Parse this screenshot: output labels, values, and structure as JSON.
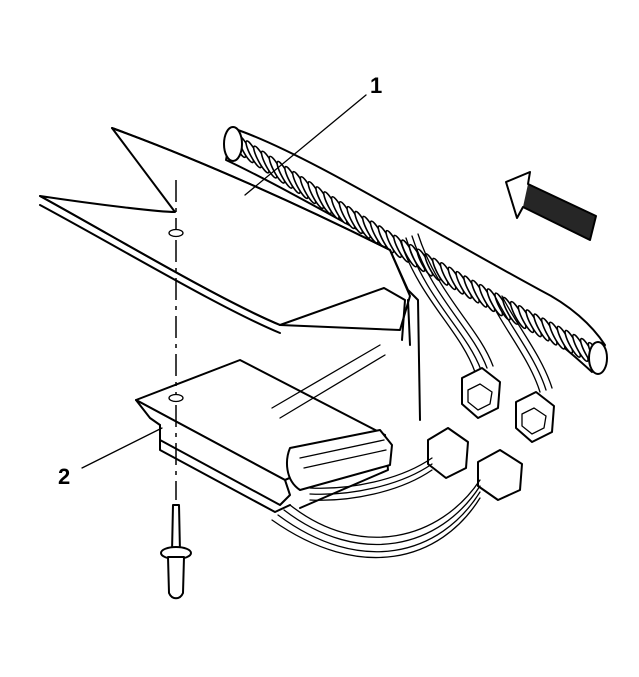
{
  "callouts": [
    {
      "id": "1",
      "label": "1"
    },
    {
      "id": "2",
      "label": "2"
    }
  ],
  "icons": {
    "direction_arrow": "arrow-left-up-icon",
    "harness": "wiring-harness-conduit",
    "rivet": "rivet-icon"
  },
  "colors": {
    "line": "#000000",
    "background": "#ffffff"
  }
}
